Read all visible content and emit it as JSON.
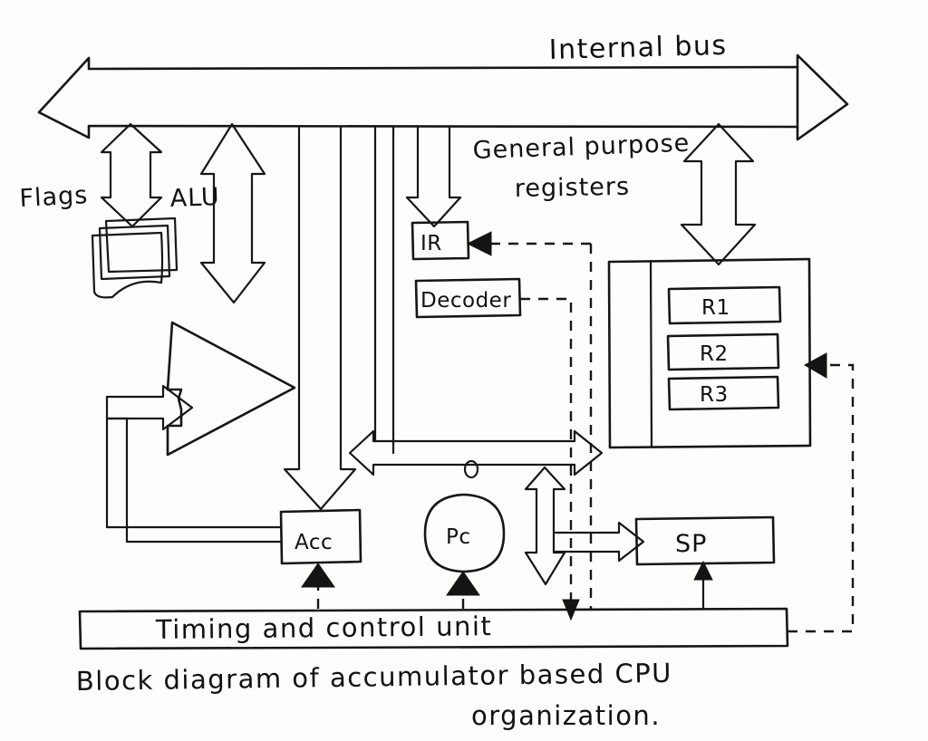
{
  "diagram": {
    "title": "Internal bus",
    "caption_line1": "Block diagram of accumulator based CPU",
    "caption_line2": "organization.",
    "background_color": "#fdfdfb",
    "ink_color": "#161616"
  },
  "labels": {
    "internal_bus": "Internal bus",
    "flags": "Flags",
    "alu": "ALU",
    "general_purpose_registers_line1": "General purpose",
    "general_purpose_registers_line2": "registers",
    "ir": "IR",
    "decoder": "Decoder",
    "acc": "Acc",
    "pc": "Pc",
    "sp": "SP",
    "timing_and_control_unit": "Timing and control unit",
    "r1": "R1",
    "r2": "R2",
    "r3": "R3"
  },
  "blocks": [
    {
      "name": "internal-bus",
      "label": "Internal bus",
      "shape": "double-headed-arrow"
    },
    {
      "name": "flags",
      "label": "Flags",
      "shape": "card-stack"
    },
    {
      "name": "alu",
      "label": "ALU",
      "shape": "triangle"
    },
    {
      "name": "instruction-register",
      "label": "IR",
      "shape": "rect"
    },
    {
      "name": "decoder",
      "label": "Decoder",
      "shape": "rect"
    },
    {
      "name": "general-purpose-registers",
      "label": "General purpose registers",
      "shape": "rect-group"
    },
    {
      "name": "register-r1",
      "label": "R1",
      "shape": "rect"
    },
    {
      "name": "register-r2",
      "label": "R2",
      "shape": "rect"
    },
    {
      "name": "register-r3",
      "label": "R3",
      "shape": "rect"
    },
    {
      "name": "accumulator",
      "label": "Acc",
      "shape": "rect"
    },
    {
      "name": "program-counter",
      "label": "Pc",
      "shape": "circle"
    },
    {
      "name": "stack-pointer",
      "label": "SP",
      "shape": "rect"
    },
    {
      "name": "timing-and-control-unit",
      "label": "Timing and control unit",
      "shape": "rect"
    }
  ],
  "connections": [
    {
      "from": "internal-bus",
      "to": "flags",
      "style": "solid",
      "heads": "both"
    },
    {
      "from": "alu",
      "to": "internal-bus",
      "style": "solid",
      "heads": "both"
    },
    {
      "from": "internal-bus",
      "to": "instruction-register",
      "style": "solid",
      "heads": "one"
    },
    {
      "from": "internal-bus",
      "to": "general-purpose-registers",
      "style": "solid",
      "heads": "both"
    },
    {
      "from": "internal-bus",
      "to": "accumulator",
      "style": "solid",
      "heads": "one"
    },
    {
      "from": "accumulator",
      "to": "alu",
      "style": "solid",
      "heads": "one"
    },
    {
      "from": "accumulator",
      "to": "general-purpose-registers",
      "style": "solid",
      "heads": "both"
    },
    {
      "from": "program-counter",
      "to": "stack-pointer",
      "style": "solid",
      "heads": "both"
    },
    {
      "from": "decoder",
      "to": "timing-and-control-unit",
      "style": "dashed",
      "heads": "one"
    },
    {
      "from": "timing-and-control-unit",
      "to": "instruction-register",
      "style": "dashed",
      "heads": "one"
    },
    {
      "from": "timing-and-control-unit",
      "to": "accumulator",
      "style": "dashed",
      "heads": "one"
    },
    {
      "from": "timing-and-control-unit",
      "to": "program-counter",
      "style": "dashed",
      "heads": "one"
    },
    {
      "from": "timing-and-control-unit",
      "to": "stack-pointer",
      "style": "solid",
      "heads": "one"
    },
    {
      "from": "timing-and-control-unit",
      "to": "general-purpose-registers",
      "style": "dashed",
      "heads": "one"
    }
  ]
}
